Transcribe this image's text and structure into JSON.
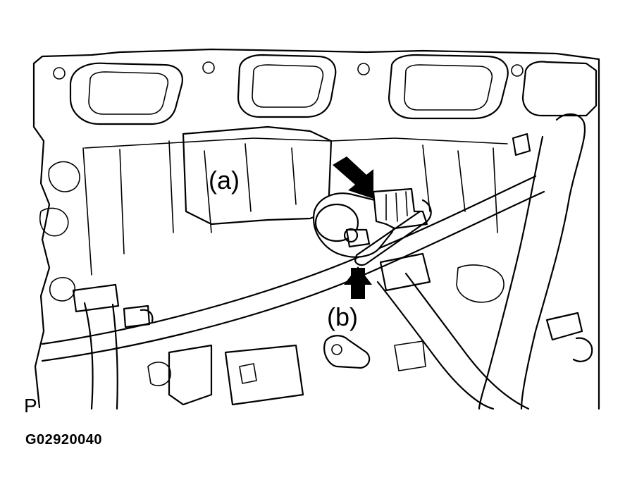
{
  "callouts": {
    "a": "(a)",
    "b": "(b)"
  },
  "view_code": "P",
  "figure_id": "G02920040"
}
